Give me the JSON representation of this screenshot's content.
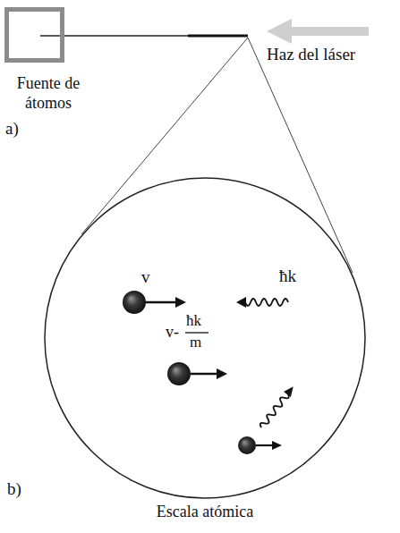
{
  "diagram": {
    "nodes": [
      {
        "text": [
          "Fuente de átomos"
        ]
      },
      {
        "text": [
          "Escala atómica"
        ]
      }
    ],
    "labels": [
      "Haz del láser",
      "a)",
      "v",
      "ħk",
      "v-",
      "ħk",
      "m",
      "b)"
    ]
  }
}
